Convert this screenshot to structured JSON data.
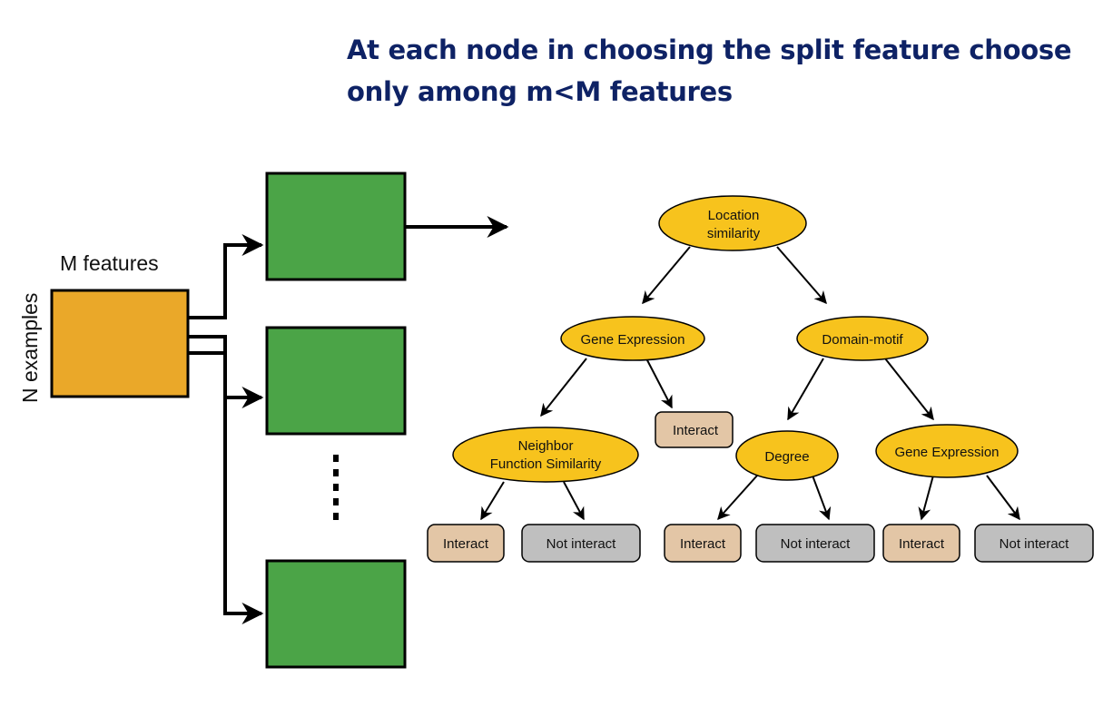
{
  "title": {
    "line1": "At each node in choosing the split feature choose",
    "line2": "only among m<M features"
  },
  "dataset": {
    "columns_label": "M features",
    "rows_label": "N examples"
  },
  "ellipsis": "⋮",
  "tree": {
    "root": {
      "line1": "Location",
      "line2": "similarity"
    },
    "left": "Gene Expression",
    "right": "Domain-motif",
    "left_left": {
      "line1": "Neighbor",
      "line2": "Function Similarity"
    },
    "left_right_leaf": "Interact",
    "right_left": "Degree",
    "right_right": "Gene Expression",
    "leaves": {
      "l1": "Interact",
      "l2": "Not interact",
      "l3": "Interact",
      "l4": "Not interact",
      "l5": "Interact",
      "l6": "Not interact"
    }
  },
  "colors": {
    "title": "#0e2265",
    "dataset_box": "#eaa829",
    "subset_box": "#4ba447",
    "decision_node": "#f7c31d",
    "interact_leaf": "#e3c6a6",
    "not_interact_leaf": "#bfbfbf"
  }
}
